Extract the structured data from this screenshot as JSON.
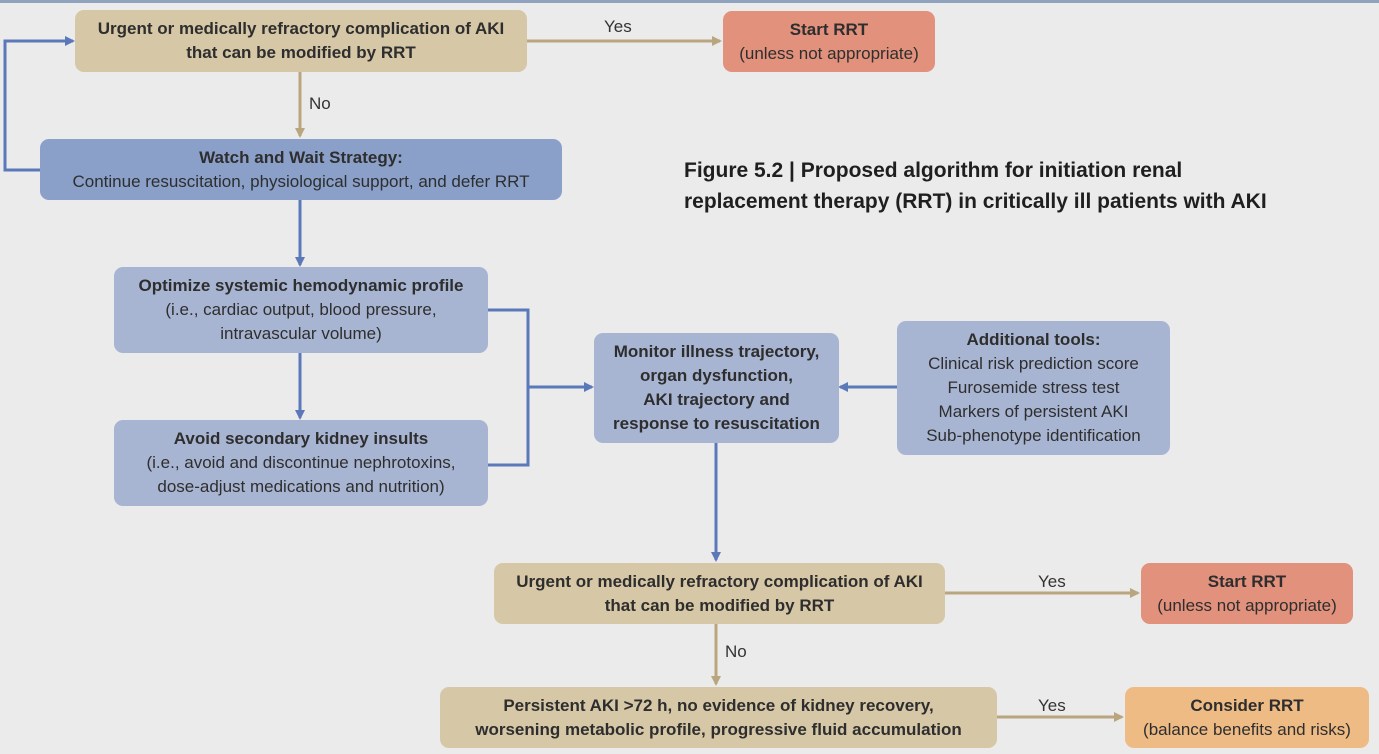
{
  "figure": {
    "caption_line1": "Figure 5.2 | Proposed algorithm for initiation renal",
    "caption_line2": "replacement therapy (RRT) in critically ill patients with AKI"
  },
  "colors": {
    "decision_tan": "#d6c7a6",
    "watch_blue": "#8aa0c9",
    "process_blue": "#a8b5d2",
    "start_salmon": "#e2917c",
    "consider_orange": "#efbb85",
    "arrow_blue": "#5b79b8",
    "arrow_tan": "#b9a67e"
  },
  "nodes": {
    "decision_top": {
      "line1": "Urgent or medically refractory complication of AKI",
      "line2": "that can be modified by RRT"
    },
    "start_top": {
      "title": "Start RRT",
      "subtitle": "(unless not appropriate)"
    },
    "watch_wait": {
      "title": "Watch and Wait Strategy:",
      "subtitle": "Continue resuscitation, physiological support, and defer RRT"
    },
    "optimize": {
      "title": "Optimize systemic hemodynamic profile",
      "line1": "(i.e., cardiac output, blood pressure,",
      "line2": "intravascular volume)"
    },
    "avoid": {
      "title": "Avoid secondary kidney insults",
      "line1": "(i.e., avoid and discontinue nephrotoxins,",
      "line2": "dose-adjust medications and nutrition)"
    },
    "monitor": {
      "line1": "Monitor illness trajectory,",
      "line2": "organ dysfunction,",
      "line3": "AKI trajectory and",
      "line4": "response to resuscitation"
    },
    "tools": {
      "title": "Additional tools:",
      "items": [
        "Clinical risk prediction score",
        "Furosemide stress test",
        "Markers of persistent AKI",
        "Sub-phenotype identification"
      ]
    },
    "decision_bottom": {
      "line1": "Urgent or medically refractory complication of AKI",
      "line2": "that can be modified by RRT"
    },
    "start_bottom": {
      "title": "Start RRT",
      "subtitle": "(unless not appropriate)"
    },
    "persistent": {
      "line1": "Persistent AKI >72 h, no evidence of kidney recovery,",
      "line2": "worsening metabolic profile, progressive fluid accumulation"
    },
    "consider": {
      "title": "Consider RRT",
      "subtitle": "(balance benefits and risks)"
    }
  },
  "edge_labels": {
    "yes_top": "Yes",
    "no_top": "No",
    "yes_middle": "Yes",
    "no_bottom": "No",
    "yes_bottom": "Yes"
  }
}
